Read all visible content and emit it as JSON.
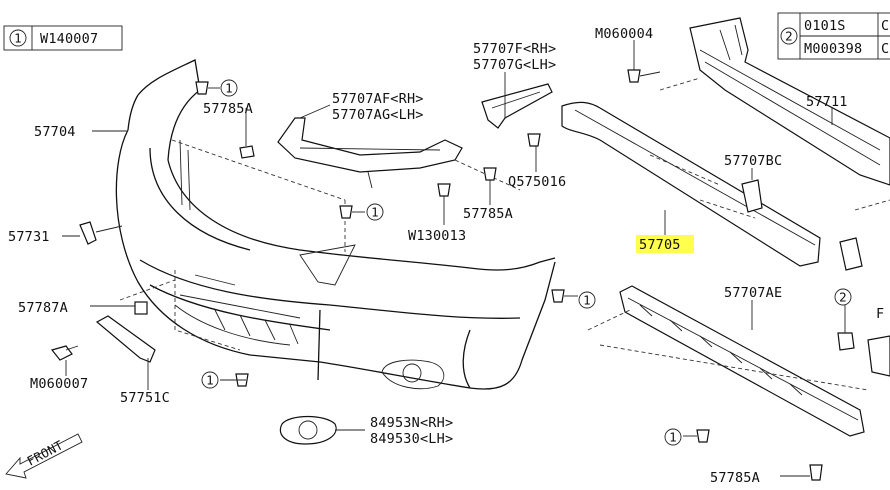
{
  "legend_1": {
    "num": "1",
    "code": "W140007"
  },
  "legend_2": {
    "num": "2",
    "codes": [
      "0101S",
      "M000398"
    ],
    "extra": [
      "C",
      "C"
    ]
  },
  "callouts": {
    "c57704": "57704",
    "c57785A_top": "57785A",
    "c57707AF": "57707AF<RH>",
    "c57707AG": "57707AG<LH>",
    "c57707F": "57707F<RH>",
    "c57707G": "57707G<LH>",
    "cM060004": "M060004",
    "c57711": "57711",
    "c57707BC": "57707BC",
    "cQ575016": "Q575016",
    "c57785A_mid": "57785A",
    "cW130013": "W130013",
    "c57731": "57731",
    "c57705": "57705",
    "c57787A": "57787A",
    "c57707AE": "57707AE",
    "cM060007": "M060007",
    "c57751C": "57751C",
    "c84953N": "84953N<RH>",
    "c84953O": "849530<LH>",
    "c57785A_bot": "57785A",
    "cF": "F",
    "front": "FRONT"
  },
  "markers": {
    "one": "1",
    "two": "2"
  },
  "colors": {
    "highlight": "#ffff4d",
    "ink": "#111111"
  }
}
